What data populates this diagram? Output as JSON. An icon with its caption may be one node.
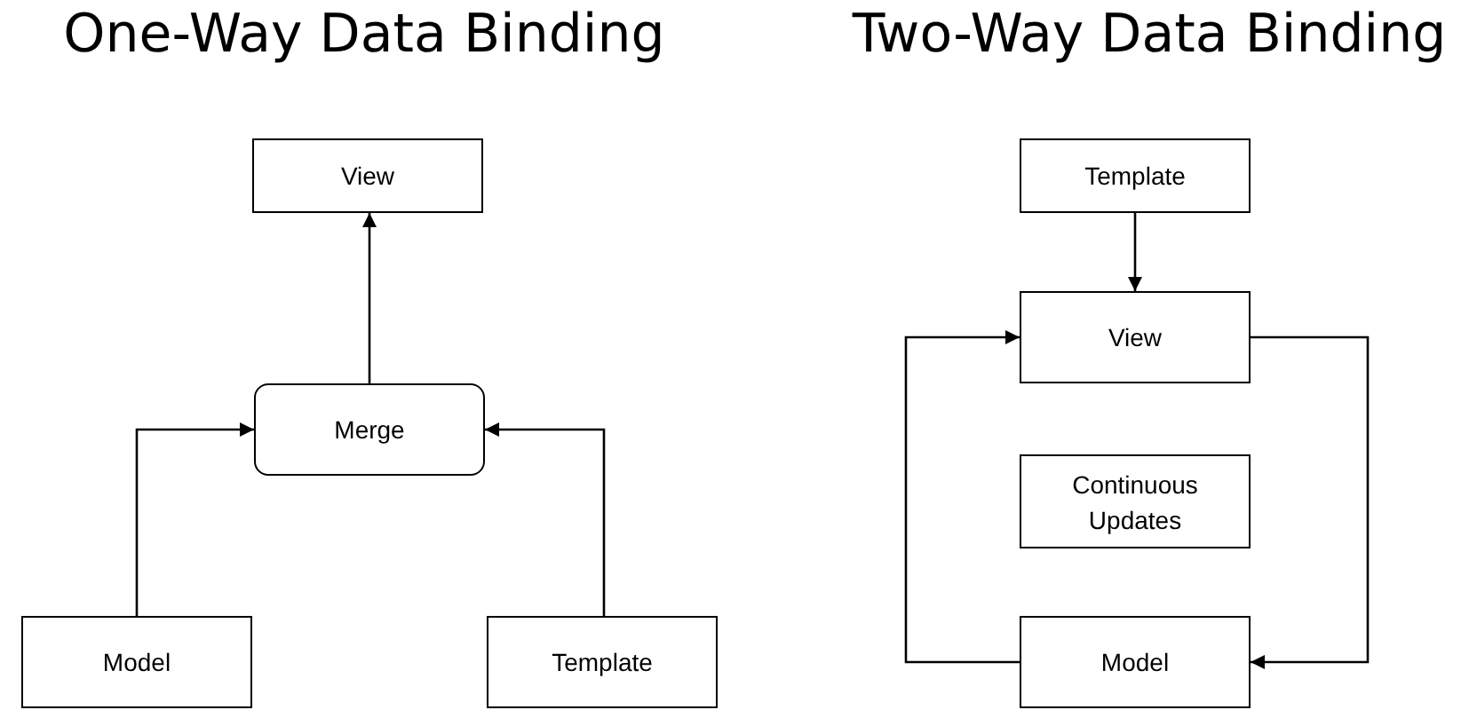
{
  "diagram": {
    "nodes": [
      {
        "text": [
          "View"
        ]
      },
      {
        "text": [
          "Merge"
        ]
      },
      {
        "text": [
          "Model"
        ]
      },
      {
        "text": [
          "Template"
        ]
      },
      {
        "text": [
          "Template"
        ]
      },
      {
        "text": [
          "View"
        ]
      },
      {
        "text": [
          "Continuous Updates"
        ]
      },
      {
        "text": [
          "Model"
        ]
      }
    ],
    "edges": [
      {
        "from": 1,
        "to": 0,
        "arrow": "to"
      },
      {
        "from": 2,
        "to": 1,
        "arrow": "to"
      },
      {
        "from": 3,
        "to": 1,
        "arrow": "to"
      },
      {
        "from": 4,
        "to": 5,
        "arrow": "to"
      },
      {
        "from": 7,
        "to": 5,
        "arrow": "to"
      },
      {
        "from": 5,
        "to": 7,
        "arrow": "to"
      }
    ],
    "labels": [
      "One-Way Data Binding",
      "Two-Way Data Binding"
    ]
  }
}
